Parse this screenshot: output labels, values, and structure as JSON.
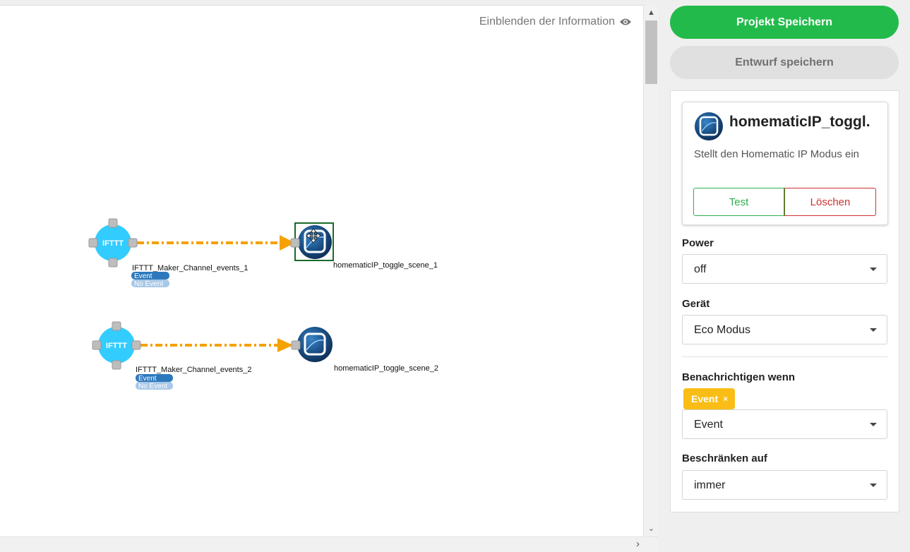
{
  "canvas": {
    "info_toggle_label": "Einblenden der Information",
    "flows": [
      {
        "source_icon_text": "IFTTT",
        "source_label": "IFTTT_Maker_Channel_events_1",
        "source_ports": [
          "Event",
          "No Event"
        ],
        "target_label": "homematicIP_toggle_scene_1",
        "selected": true
      },
      {
        "source_icon_text": "IFTTT",
        "source_label": "IFTTT_Maker_Channel_events_2",
        "source_ports": [
          "Event",
          "No Event"
        ],
        "target_label": "homematicIP_toggle_scene_2",
        "selected": false
      }
    ]
  },
  "actions": {
    "save_project": "Projekt Speichern",
    "save_draft": "Entwurf speichern"
  },
  "node_card": {
    "title": "homematicIP_toggl...",
    "description": "Stellt den Homematic IP Modus ein",
    "test_label": "Test",
    "delete_label": "Löschen"
  },
  "fields": {
    "power": {
      "label": "Power",
      "value": "off"
    },
    "device": {
      "label": "Gerät",
      "value": "Eco Modus"
    },
    "notify": {
      "label": "Benachrichtigen wenn",
      "tag": "Event",
      "tag_remove": "×",
      "value": "Event"
    },
    "restrict": {
      "label": "Beschränken auf",
      "value": "immer"
    }
  },
  "colors": {
    "primary_green": "#22bb4b",
    "ifttt_blue": "#33ccff",
    "flow_orange": "#f5a100",
    "tag_yellow": "#f9bd15",
    "port_blue": "#2d78bd",
    "port_light": "#a8c8e8"
  },
  "icons": {
    "info_toggle": "eye-icon",
    "scroll_up": "chevron-up-icon",
    "scroll_down": "chevron-down-icon",
    "scroll_right": "chevron-right-icon",
    "move_cursor": "move-cursor-icon"
  }
}
